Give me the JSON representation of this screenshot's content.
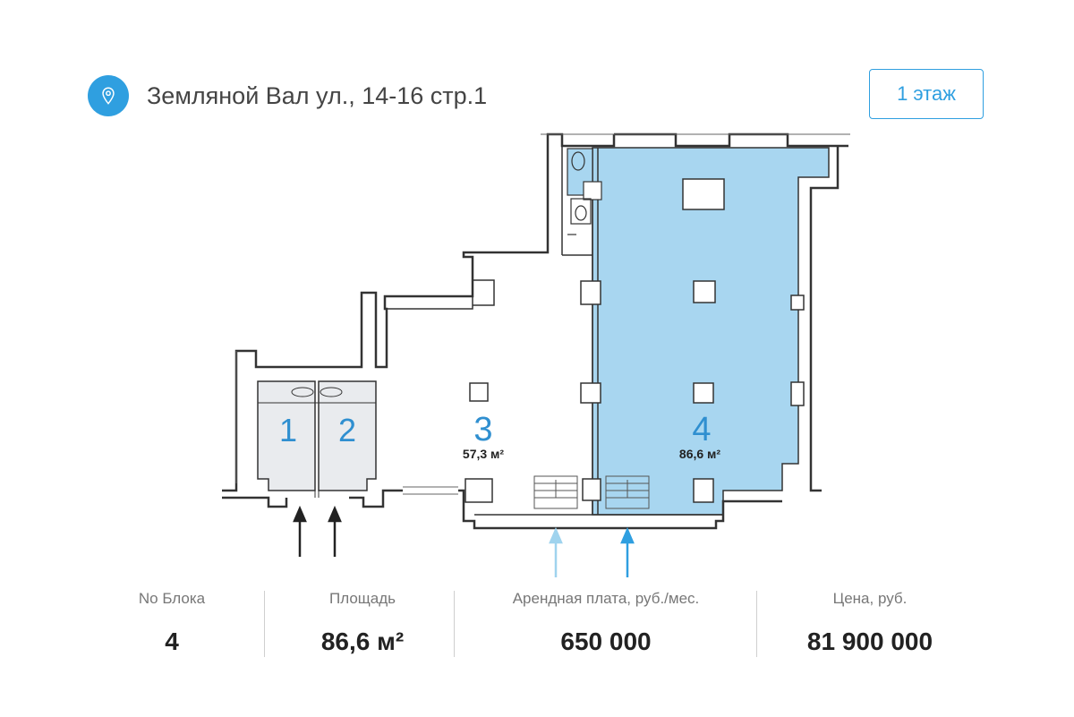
{
  "header": {
    "address": "Земляной Вал ул., 14-16 стр.1",
    "floor_button": "1 этаж",
    "location_icon": "map-pin-icon"
  },
  "plan": {
    "blocks": [
      {
        "number": "1",
        "area": "",
        "selected": false
      },
      {
        "number": "2",
        "area": "",
        "selected": false
      },
      {
        "number": "3",
        "area": "57,3 м²",
        "selected": false
      },
      {
        "number": "4",
        "area": "86,6 м²",
        "selected": true
      }
    ],
    "colors": {
      "selected_fill": "#a8d6f0",
      "room_fill": "#e9ebee",
      "wall": "#333333",
      "accent": "#2f9fe0",
      "light_arrow": "#9fd3ee",
      "dark_arrow": "#222222"
    }
  },
  "stats": {
    "block": {
      "label": "No Блока",
      "value": "4"
    },
    "area": {
      "label": "Площадь",
      "value": "86,6 м²"
    },
    "rent": {
      "label": "Арендная плата, руб./мес.",
      "value": "650 000"
    },
    "price": {
      "label": "Цена, руб.",
      "value": "81 900 000"
    }
  }
}
